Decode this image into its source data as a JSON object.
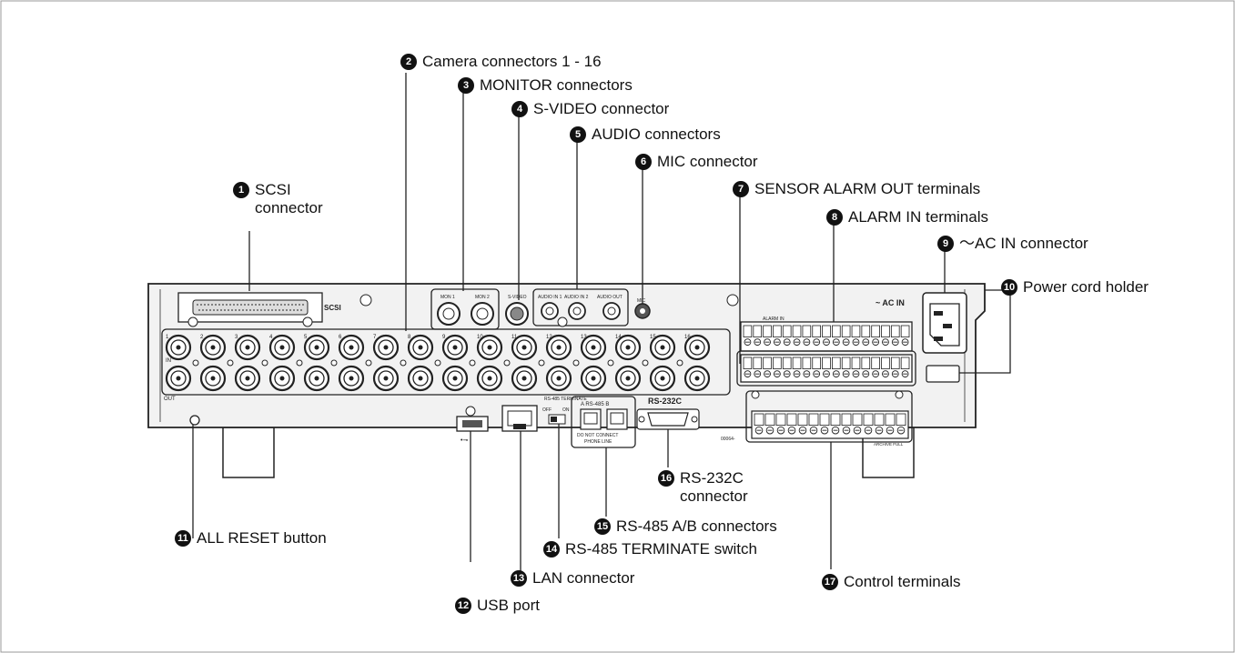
{
  "callouts": [
    {
      "num": "1",
      "label": "SCSI\nconnector"
    },
    {
      "num": "2",
      "label": "Camera connectors 1 - 16"
    },
    {
      "num": "3",
      "label": "MONITOR connectors"
    },
    {
      "num": "4",
      "label": "S-VIDEO connector"
    },
    {
      "num": "5",
      "label": "AUDIO connectors"
    },
    {
      "num": "6",
      "label": "MIC connector"
    },
    {
      "num": "7",
      "label": "SENSOR ALARM OUT terminals"
    },
    {
      "num": "8",
      "label": "ALARM IN terminals"
    },
    {
      "num": "9",
      "label": "～AC IN connector"
    },
    {
      "num": "10",
      "label": "Power cord holder"
    },
    {
      "num": "11",
      "label": "ALL RESET button"
    },
    {
      "num": "12",
      "label": "USB port"
    },
    {
      "num": "13",
      "label": "LAN connector"
    },
    {
      "num": "14",
      "label": "RS-485 TERMINATE switch"
    },
    {
      "num": "15",
      "label": "RS-485 A/B connectors"
    },
    {
      "num": "16",
      "label": "RS-232C\nconnector"
    },
    {
      "num": "17",
      "label": "Control terminals"
    }
  ],
  "panel": {
    "scsi": "SCSI",
    "mon1": "MON 1",
    "mon2": "MON 2",
    "svideo": "S-VIDEO",
    "audio_in1": "AUDIO IN 1",
    "audio_in2": "AUDIO IN 2",
    "audio_out": "AUDIO OUT",
    "mic": "MIC",
    "ac_in": "~ AC IN",
    "alarm_in": "ALARM IN",
    "in": "IN",
    "out": "OUT",
    "rs485_term": "RS-485 TERMINATE",
    "off": "OFF",
    "on": "ON",
    "rs485_ab": "A  RS-485  B",
    "do_not_connect": "DO NOT CONNECT",
    "phone_line": "PHONE LINE",
    "rs232c": "RS-232C",
    "serial": "00064-",
    "archive_full": "ARCHIVE FULL",
    "camera_numbers": [
      "1",
      "2",
      "3",
      "4",
      "5",
      "6",
      "7",
      "8",
      "9",
      "10",
      "11",
      "12",
      "13",
      "14",
      "15",
      "16"
    ]
  }
}
